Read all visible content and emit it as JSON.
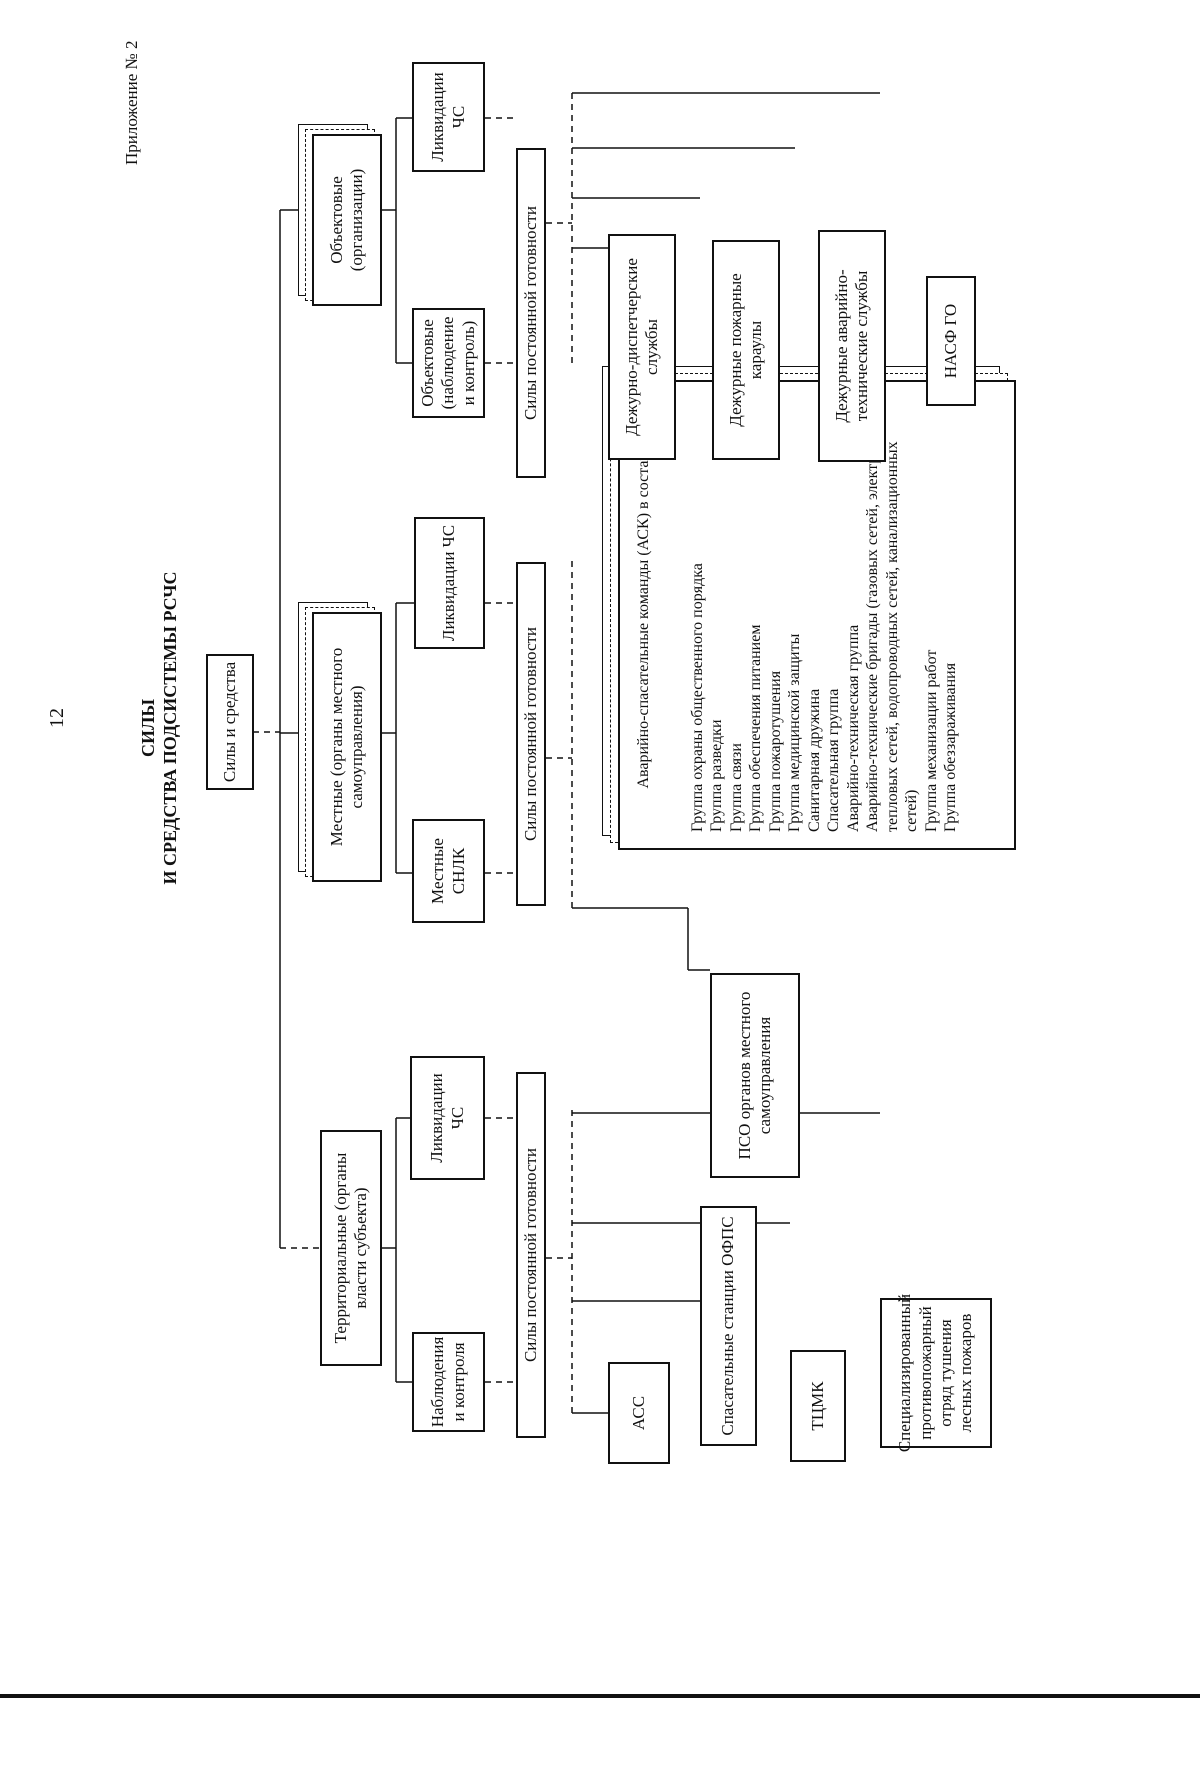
{
  "page_number": "12",
  "appendix": "Приложение № 2",
  "title": {
    "line1": "СИЛЫ",
    "line2": "И СРЕДСТВА ПОДСИСТЕМЫ РСЧС"
  },
  "root": "Силы и средства",
  "territorial": {
    "header": "Территориальные (органы власти субъекта)",
    "monitoring": "Наблюдения и контроля",
    "liquidation": "Ликвидации ЧС",
    "readiness": "Силы постоянной готовности",
    "units": [
      "АСС",
      "Спасательные станции ОФПС",
      "ТЦМК",
      "Специализированный противопожарный отряд тушения лесных пожаров"
    ]
  },
  "pso": "ПСО органов местного самоуправления",
  "local": {
    "header": "Местные (органы местного самоуправления)",
    "monitoring": "Местные СНЛК",
    "liquidation": "Ликвидации ЧС",
    "readiness": "Силы постоянной готовности",
    "ask_title": "Аварийно-спасательные команды (АСК) в составе:",
    "ask_items": [
      "Группа охраны общественного порядка",
      "Группа разведки",
      "Группа связи",
      "Группа обеспечения питанием",
      "Группа пожаротушения",
      "Группа медицинской защиты",
      "Санитарная дружина",
      "Спасательная группа",
      "Аварийно-техническая группа",
      "Аварийно-технические бригады (газовых сетей, электросетей, тепловых сетей, водопроводных сетей, канализационных сетей)",
      "Группа механизации работ",
      "Группа обеззараживания"
    ]
  },
  "object": {
    "header": "Объектовые (организации)",
    "monitoring": "Объектовые (наблюдение и контроль)",
    "liquidation": "Ликвидации ЧС",
    "readiness": "Силы постоянной готовности",
    "units": [
      "Дежурно-диспетчерские службы",
      "Дежурные пожарные караулы",
      "Дежурные аварийно-технические службы",
      "НАСФ ГО"
    ]
  }
}
